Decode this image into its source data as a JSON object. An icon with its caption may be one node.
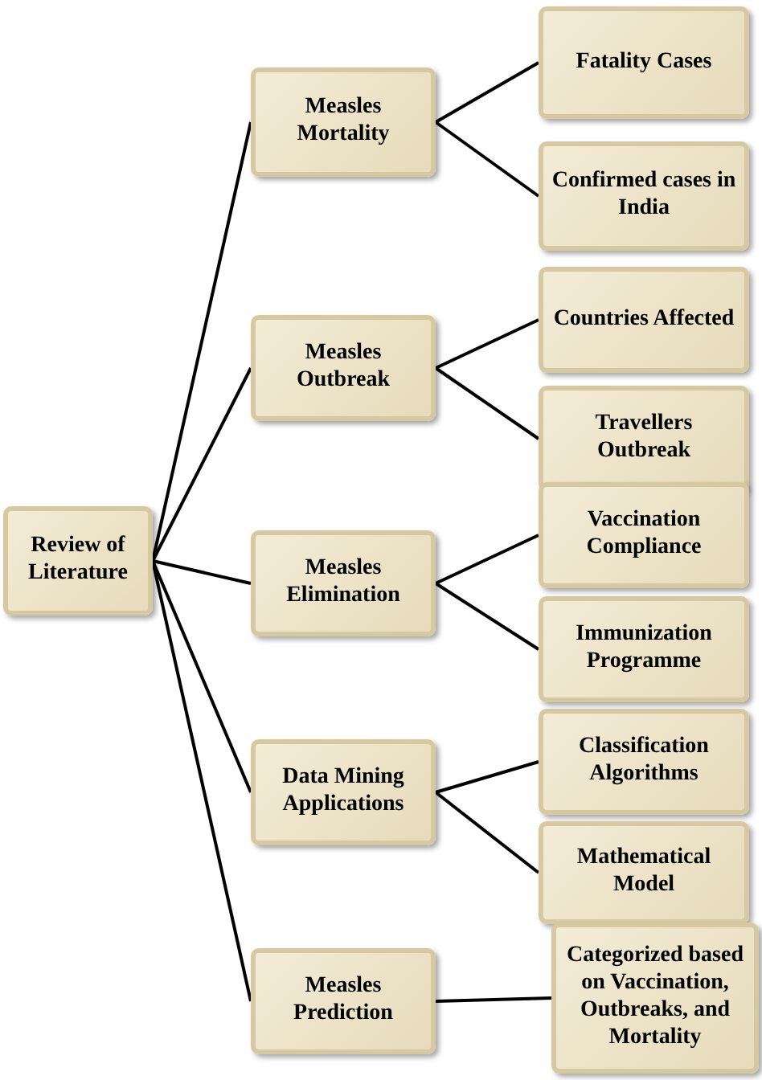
{
  "diagram": {
    "nodes": [
      {
        "text": [
          "Review of Literature"
        ]
      },
      {
        "text": [
          "Measles Mortality"
        ]
      },
      {
        "text": [
          "Fatality Cases"
        ]
      },
      {
        "text": [
          "Confirmed cases in India"
        ]
      },
      {
        "text": [
          "Measles Outbreak"
        ]
      },
      {
        "text": [
          "Countries Affected"
        ]
      },
      {
        "text": [
          "Travellers Outbreak"
        ]
      },
      {
        "text": [
          "Measles Elimination"
        ]
      },
      {
        "text": [
          "Vaccination Compliance"
        ]
      },
      {
        "text": [
          "Immunization Programme"
        ]
      },
      {
        "text": [
          "Data Mining Applications"
        ]
      },
      {
        "text": [
          "Classification Algorithms"
        ]
      },
      {
        "text": [
          "Mathematical Model"
        ]
      },
      {
        "text": [
          "Measles Prediction"
        ]
      },
      {
        "text": [
          "Categorized based on Vaccination, Outbreaks, and Mortality"
        ]
      }
    ],
    "edges": [
      {
        "from": 0,
        "to": 1,
        "arrow": "none"
      },
      {
        "from": 0,
        "to": 4,
        "arrow": "none"
      },
      {
        "from": 0,
        "to": 7,
        "arrow": "none"
      },
      {
        "from": 0,
        "to": 10,
        "arrow": "none"
      },
      {
        "from": 0,
        "to": 13,
        "arrow": "none"
      },
      {
        "from": 1,
        "to": 2,
        "arrow": "none"
      },
      {
        "from": 1,
        "to": 3,
        "arrow": "none"
      },
      {
        "from": 4,
        "to": 5,
        "arrow": "none"
      },
      {
        "from": 4,
        "to": 6,
        "arrow": "none"
      },
      {
        "from": 7,
        "to": 8,
        "arrow": "none"
      },
      {
        "from": 7,
        "to": 9,
        "arrow": "none"
      },
      {
        "from": 10,
        "to": 11,
        "arrow": "none"
      },
      {
        "from": 10,
        "to": 12,
        "arrow": "none"
      },
      {
        "from": 13,
        "to": 14,
        "arrow": "none"
      }
    ]
  }
}
